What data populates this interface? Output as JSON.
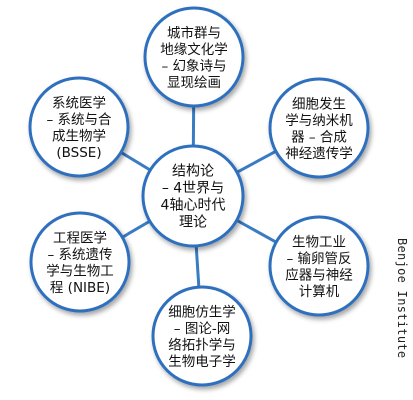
{
  "colors": {
    "node_fill": "#ffffff",
    "node_stroke": "#2f6fbd",
    "connector": "#3a7cc4"
  },
  "center": {
    "lines": [
      "结构论",
      "– 4世界与",
      "4轴心时代",
      "理论"
    ]
  },
  "nodes": [
    {
      "id": "top",
      "lines": [
        "城市群与",
        "地缘文化学",
        "– 幻象诗与",
        "显现绘画"
      ]
    },
    {
      "id": "upper-right",
      "lines": [
        "细胞发生",
        "学与纳米机",
        "器 – 合成",
        "神经遗传学"
      ]
    },
    {
      "id": "lower-right",
      "lines": [
        "生物工业",
        "– 输卵管反",
        "应器与神经",
        "计算机"
      ]
    },
    {
      "id": "bottom",
      "lines": [
        "细胞仿生学",
        "– 图论-网",
        "络拓扑学与",
        "生物电子学"
      ]
    },
    {
      "id": "lower-left",
      "lines": [
        "工程医学",
        "– 系统遗传",
        "学与生物工",
        "程 (NIBE)"
      ]
    },
    {
      "id": "upper-left",
      "lines": [
        "系统医学",
        "– 系统与合",
        "成生物学",
        "(BSSE)"
      ]
    }
  ],
  "watermark": "Benjoe Institute"
}
